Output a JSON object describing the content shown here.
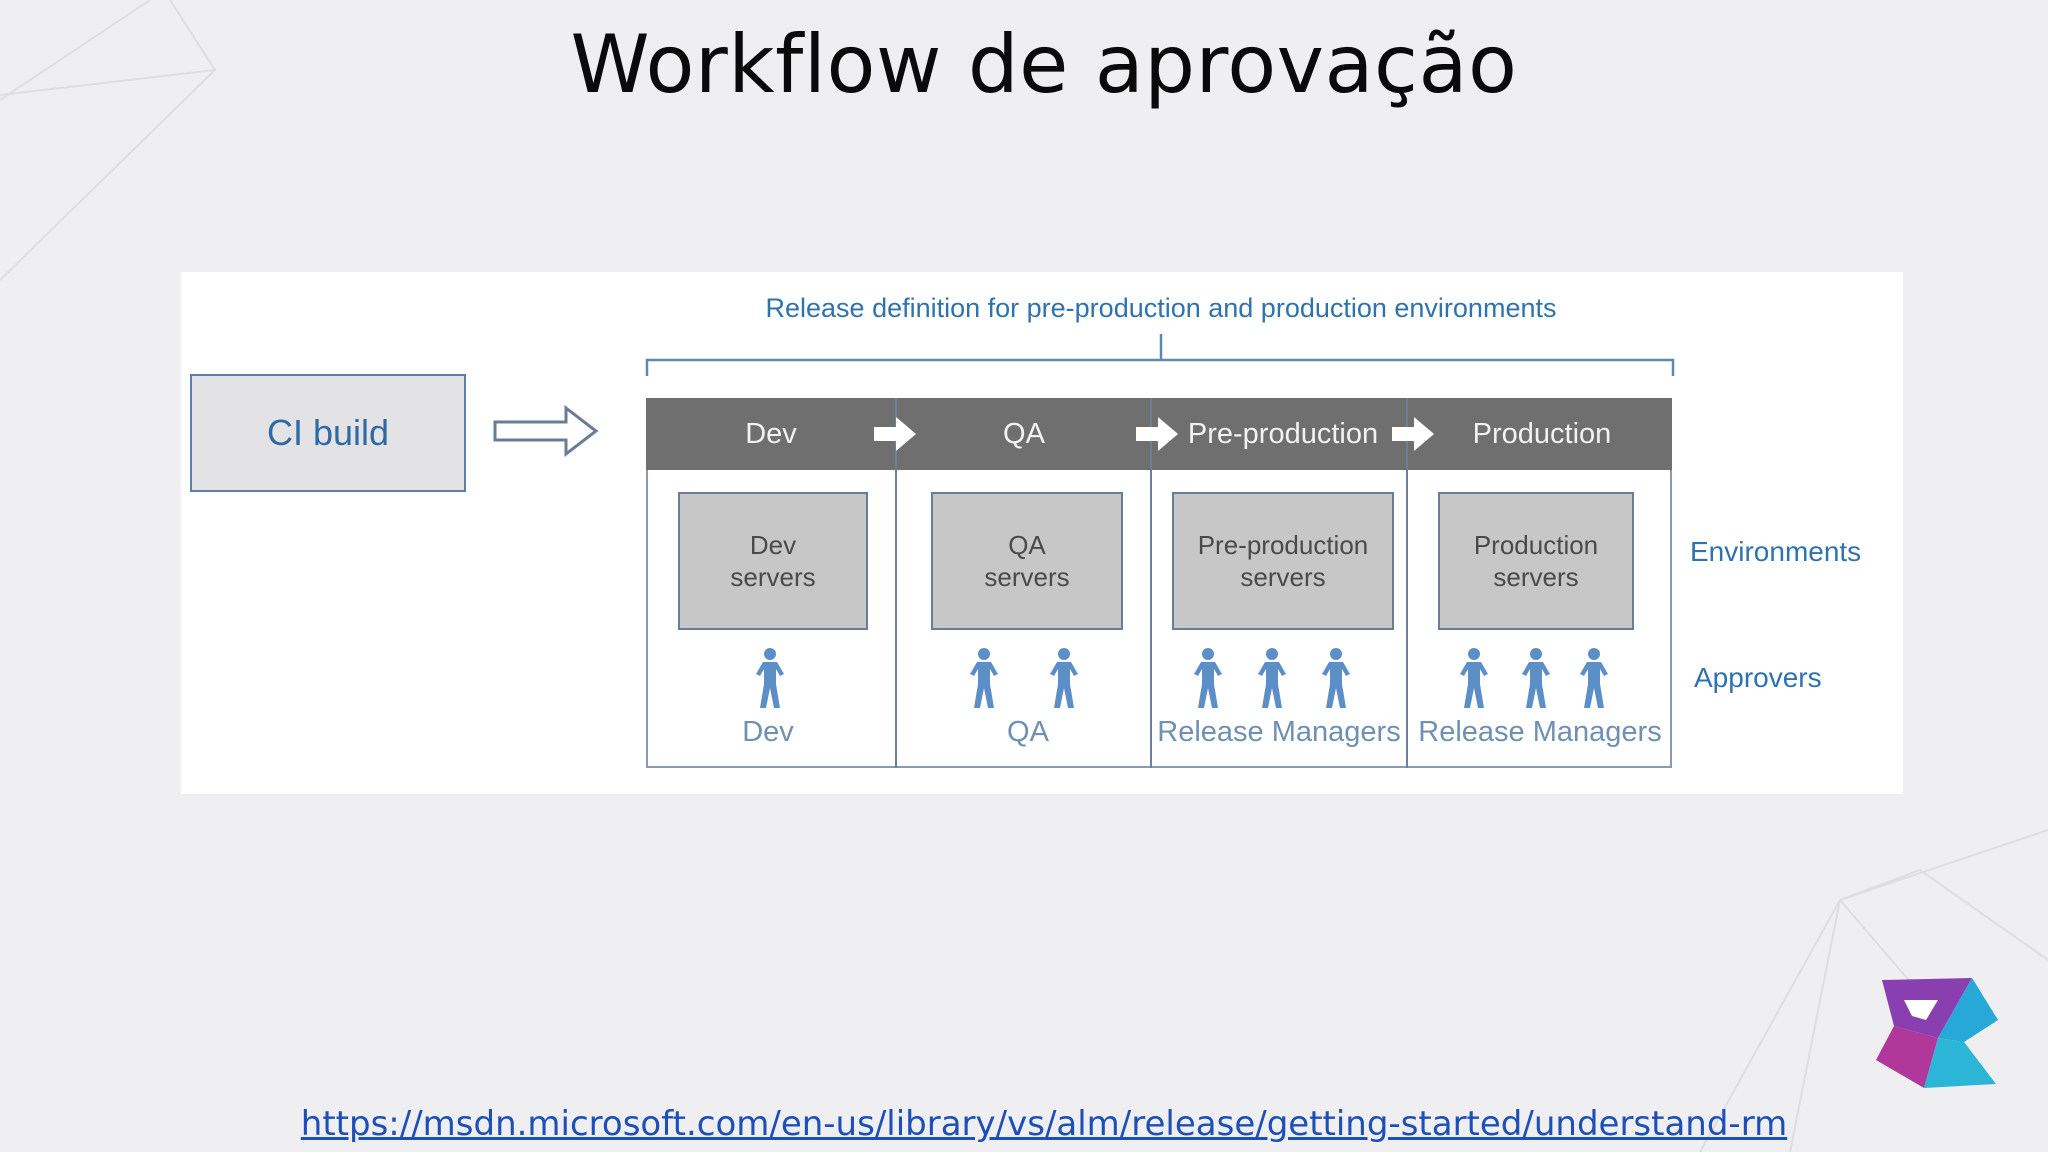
{
  "title": "Workflow de aprovação",
  "diagram": {
    "ci_build": "CI build",
    "release_definition": "Release definition for pre-production and production environments",
    "stages": [
      "Dev",
      "QA",
      "Pre-production",
      "Production"
    ],
    "servers": [
      [
        "Dev",
        "servers"
      ],
      [
        "QA",
        "servers"
      ],
      [
        "Pre-production",
        "servers"
      ],
      [
        "Production",
        "servers"
      ]
    ],
    "approvers": [
      "Dev",
      "QA",
      "Release Managers",
      "Release Managers"
    ],
    "approver_counts": [
      1,
      2,
      3,
      3
    ],
    "environments_label": "Environments",
    "approvers_label": "Approvers"
  },
  "source_link": "https://msdn.microsoft.com/en-us/library/vs/alm/release/getting-started/understand-rm",
  "colors": {
    "accent_blue": "#2f73ae",
    "person_blue": "#5b8fc6",
    "header_gray": "#6f6f6f",
    "server_gray": "#c7c7c7",
    "link_blue": "#1d4fb8"
  }
}
